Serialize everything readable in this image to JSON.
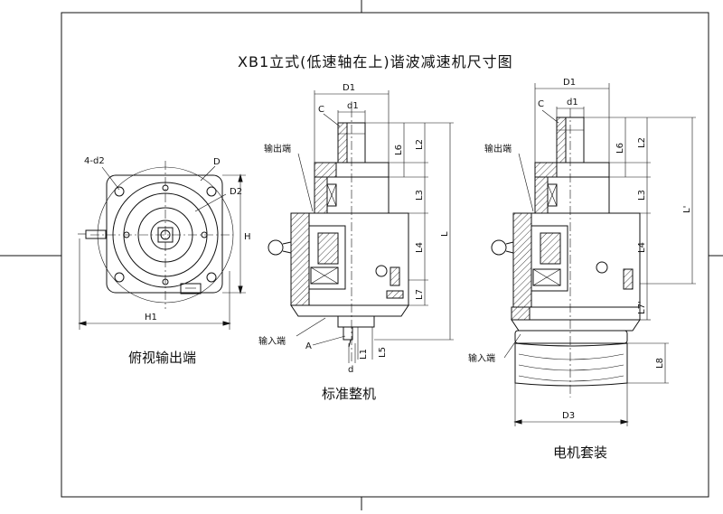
{
  "title": "XB1立式(低速轴在上)谐波减速机尺寸图",
  "views": {
    "top": {
      "caption": "俯视输出端",
      "labels": {
        "holes": "4-d2",
        "d": "D",
        "d2": "D2",
        "h": "H",
        "h1": "H1"
      }
    },
    "standard": {
      "caption": "标准整机",
      "labels": {
        "output": "输出端",
        "input": "输入端",
        "a": "A",
        "d1_outer": "D1",
        "d1_inner": "d1",
        "c": "C",
        "l6": "L6",
        "l2": "L2",
        "l3": "L3",
        "l4": "L4",
        "l7": "L7",
        "l": "L",
        "l1": "L1",
        "l5": "L5",
        "d": "d"
      }
    },
    "motor": {
      "caption": "电机套装",
      "labels": {
        "output": "输出端",
        "input": "输入端",
        "d1_outer": "D1",
        "d1_inner": "d1",
        "c": "C",
        "l6": "L6",
        "l2": "L2",
        "l3": "L3",
        "l4": "L4",
        "l7p": "L7'",
        "lp": "L'",
        "l8": "L8",
        "d3": "D3"
      }
    }
  }
}
